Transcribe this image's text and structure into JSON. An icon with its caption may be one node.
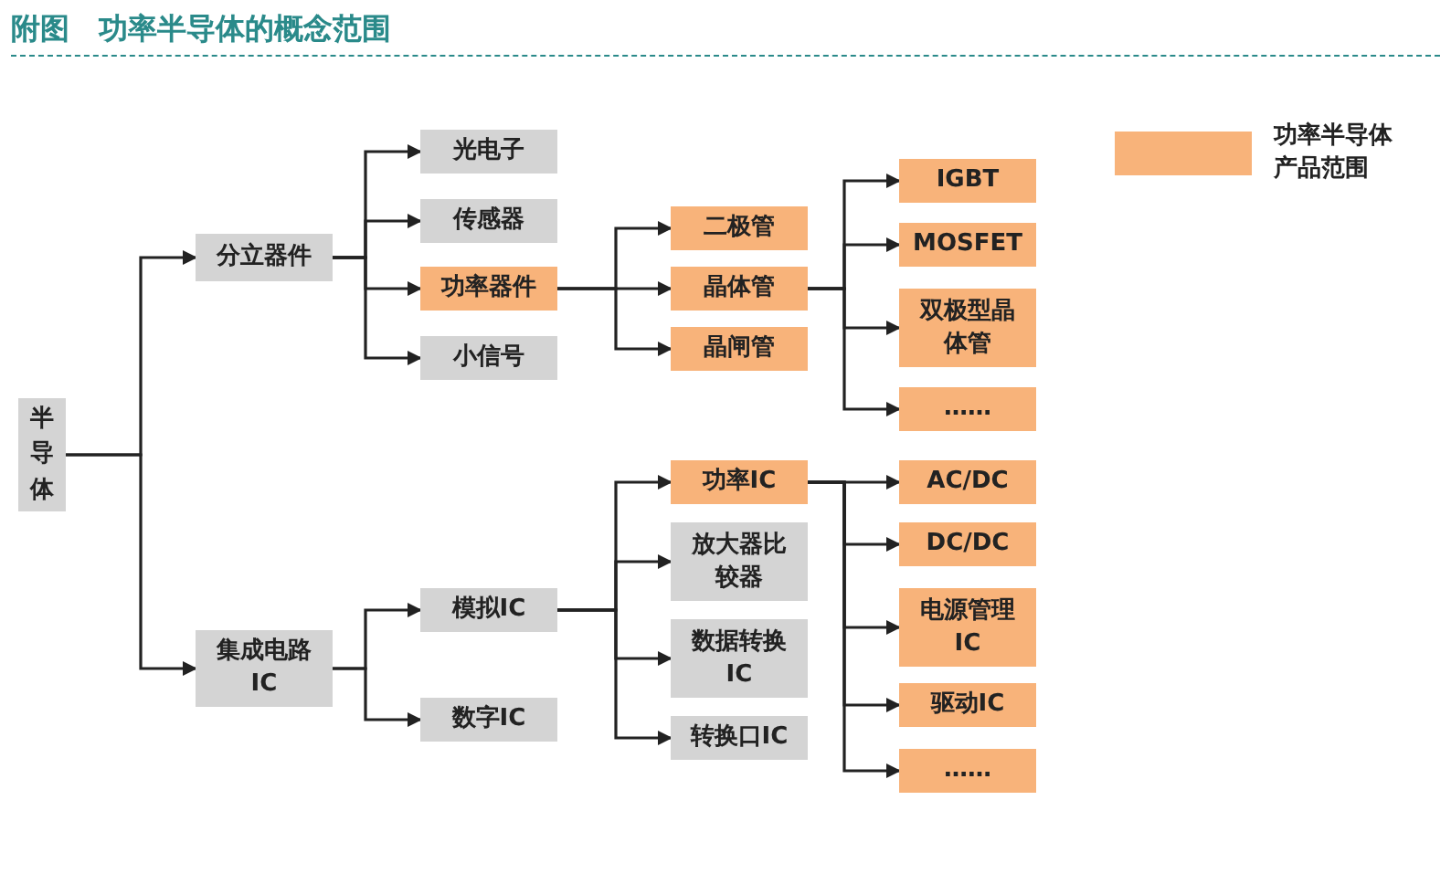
{
  "diagram": {
    "title": "附图　功率半导体的概念范围",
    "nodes": [
      {
        "text": [
          "半导体"
        ]
      },
      {
        "text": [
          "分立器件"
        ]
      },
      {
        "text": [
          "集成电路IC"
        ]
      },
      {
        "text": [
          "光电子"
        ]
      },
      {
        "text": [
          "传感器"
        ]
      },
      {
        "text": [
          "功率器件"
        ]
      },
      {
        "text": [
          "小信号"
        ]
      },
      {
        "text": [
          "模拟IC"
        ]
      },
      {
        "text": [
          "数字IC"
        ]
      },
      {
        "text": [
          "二极管"
        ]
      },
      {
        "text": [
          "晶体管"
        ]
      },
      {
        "text": [
          "晶闸管"
        ]
      },
      {
        "text": [
          "功率IC"
        ]
      },
      {
        "text": [
          "放大器比较器"
        ]
      },
      {
        "text": [
          "数据转换IC"
        ]
      },
      {
        "text": [
          "转换口IC"
        ]
      },
      {
        "text": [
          "IGBT"
        ]
      },
      {
        "text": [
          "MOSFET"
        ]
      },
      {
        "text": [
          "双极型晶体管"
        ]
      },
      {
        "text": [
          "……"
        ]
      },
      {
        "text": [
          "AC/DC"
        ]
      },
      {
        "text": [
          "DC/DC"
        ]
      },
      {
        "text": [
          "电源管理IC"
        ]
      },
      {
        "text": [
          "驱动IC"
        ]
      },
      {
        "text": [
          "……"
        ]
      }
    ],
    "edges": [
      {
        "from": 0,
        "to": 1,
        "arrow": "to"
      },
      {
        "from": 0,
        "to": 2,
        "arrow": "to"
      },
      {
        "from": 1,
        "to": 3,
        "arrow": "to"
      },
      {
        "from": 1,
        "to": 4,
        "arrow": "to"
      },
      {
        "from": 1,
        "to": 5,
        "arrow": "to"
      },
      {
        "from": 1,
        "to": 6,
        "arrow": "to"
      },
      {
        "from": 2,
        "to": 7,
        "arrow": "to"
      },
      {
        "from": 2,
        "to": 8,
        "arrow": "to"
      },
      {
        "from": 5,
        "to": 9,
        "arrow": "to"
      },
      {
        "from": 5,
        "to": 10,
        "arrow": "to"
      },
      {
        "from": 5,
        "to": 11,
        "arrow": "to"
      },
      {
        "from": 7,
        "to": 12,
        "arrow": "to"
      },
      {
        "from": 7,
        "to": 13,
        "arrow": "to"
      },
      {
        "from": 7,
        "to": 14,
        "arrow": "to"
      },
      {
        "from": 7,
        "to": 15,
        "arrow": "to"
      },
      {
        "from": 10,
        "to": 16,
        "arrow": "to"
      },
      {
        "from": 10,
        "to": 17,
        "arrow": "to"
      },
      {
        "from": 10,
        "to": 18,
        "arrow": "to"
      },
      {
        "from": 10,
        "to": 19,
        "arrow": "to"
      },
      {
        "from": 12,
        "to": 20,
        "arrow": "to"
      },
      {
        "from": 12,
        "to": 21,
        "arrow": "to"
      },
      {
        "from": 12,
        "to": 22,
        "arrow": "to"
      },
      {
        "from": 12,
        "to": 23,
        "arrow": "to"
      },
      {
        "from": 12,
        "to": 24,
        "arrow": "to"
      }
    ],
    "legend": [
      {
        "text": "功率半导体产品范围",
        "color": "#f8b37a"
      }
    ]
  }
}
